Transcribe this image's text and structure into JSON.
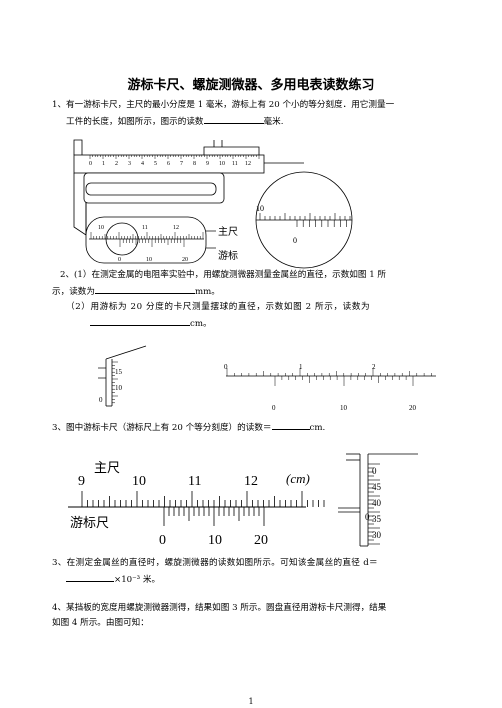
{
  "title": "游标卡尺、螺旋测微器、多用电表读数练习",
  "q1": {
    "line1": "1、有一游标卡尺，主尺的最小分度是 1 毫米，游标上有 20 个小的等分刻度．用它测量一",
    "line2a": "工件的长度，如图所示，图示的读数",
    "line2b": "毫米."
  },
  "fig1": {
    "main_nums": [
      "0",
      "1",
      "2",
      "3",
      "4",
      "5",
      "6",
      "7",
      "8",
      "9",
      "10",
      "11",
      "12"
    ],
    "zoom_main_nums": [
      "10",
      "11",
      "12"
    ],
    "zoom_vernier_nums": [
      "0",
      "10",
      "20"
    ],
    "label_main": "主尺",
    "label_vernier": "游标",
    "circle_top_num": "10",
    "circle_bottom_num": "0"
  },
  "q2": {
    "line1": "2、(1）在测定金属的电阻率实验中，用螺旋测微器测量金属丝的直径，示数如图 1 所",
    "line2a": "示，读数为",
    "line2b": "mm。",
    "line3": "（2）用游标为 20 分度的卡尺测量摆球的直径，示数如图 2 所示，读数为",
    "line4b": "cm。"
  },
  "fig2": {
    "micrometer_nums": [
      "15",
      "10"
    ],
    "micrometer_zero": "0",
    "main_nums": [
      "0",
      "1",
      "2"
    ],
    "vernier_nums": [
      "0",
      "10",
      "20"
    ]
  },
  "q3": {
    "line1a": "3、图中游标卡尺（游标尺上有 20 个等分刻度）的读数＝",
    "line1b": "cm."
  },
  "fig3": {
    "label_main": "主尺",
    "label_vernier": "游标尺",
    "main_nums": [
      "9",
      "10",
      "11",
      "12"
    ],
    "unit": "(cm)",
    "vernier_nums": [
      "0",
      "10",
      "20"
    ],
    "micrometer_nums": [
      "0",
      "45",
      "40",
      "35",
      "30"
    ],
    "micrometer_zero": "0"
  },
  "q4": {
    "line1": "3、在测定金属丝的直径时，螺旋测微器的读数如图所示。可知该金属丝的直径 d＝",
    "line2b": "×10⁻³ 米。"
  },
  "q5": {
    "line1": "4、某挡板的宽度用螺旋测微器测得，结果如图 3 所示。圆盘直径用游标卡尺测得，结果",
    "line2": "如图 4 所示。由图可知："
  },
  "page_number": "1"
}
